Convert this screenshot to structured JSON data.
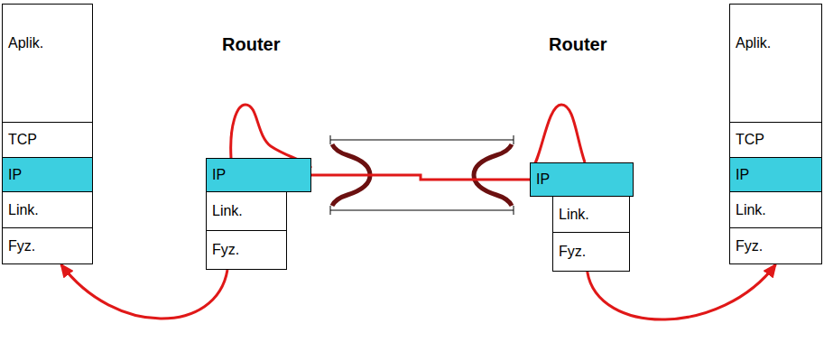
{
  "diagram": {
    "nodes": [
      {
        "text": [
          "Aplik."
        ]
      },
      {
        "text": [
          "TCP"
        ]
      },
      {
        "text": [
          "IP"
        ]
      },
      {
        "text": [
          "Link."
        ]
      },
      {
        "text": [
          "Fyz."
        ]
      },
      {
        "text": [
          "IP"
        ]
      },
      {
        "text": [
          "Link."
        ]
      },
      {
        "text": [
          "Fyz."
        ]
      },
      {
        "text": [
          "IP"
        ]
      },
      {
        "text": [
          "Link."
        ]
      },
      {
        "text": [
          "Fyz."
        ]
      },
      {
        "text": [
          "Aplik."
        ]
      },
      {
        "text": [
          "TCP"
        ]
      },
      {
        "text": [
          "IP"
        ]
      },
      {
        "text": [
          "Link."
        ]
      },
      {
        "text": [
          "Fyz."
        ]
      }
    ],
    "edges": [
      {
        "from": 7,
        "to": 4,
        "arrow": "to"
      },
      {
        "from": 5,
        "to": 8,
        "arrow": "none"
      },
      {
        "from": 10,
        "to": 15,
        "arrow": "to"
      }
    ],
    "labels": [
      "Router",
      "Router"
    ]
  }
}
